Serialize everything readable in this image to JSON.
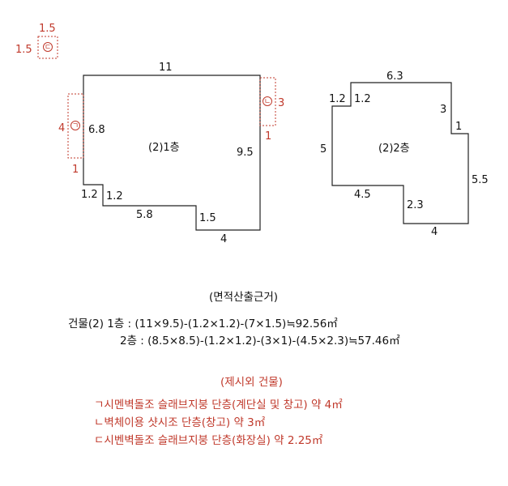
{
  "floor1": {
    "label": "(2)1층",
    "dims": {
      "top": "11",
      "left": "6.8",
      "right": "9.5",
      "step_v": "1.2",
      "step_h": "1.2",
      "mid": "5.8",
      "notch": "1.5",
      "bottom": "4"
    }
  },
  "floor2": {
    "label": "(2)2층",
    "dims": {
      "top": "6.3",
      "left": "5",
      "step_v": "1.2",
      "step_h": "1.2",
      "r1": "3",
      "r2": "1",
      "right": "5.5",
      "bot_left": "4.5",
      "notch": "2.3",
      "bottom": "4"
    }
  },
  "annex": {
    "a": {
      "symbol": "ㄱ",
      "height": "4",
      "width": "1"
    },
    "b": {
      "symbol": "ㄴ",
      "height": "3",
      "width": "1"
    },
    "c": {
      "symbol": "ㄷ",
      "height": "1.5",
      "width": "1.5"
    }
  },
  "calc": {
    "heading": "(면적산출근거)",
    "line1": "건물(2) 1층 : (11×9.5)-(1.2×1.2)-(7×1.5)≒92.56㎡",
    "line2": "2층 : (8.5×8.5)-(1.2×1.2)-(3×1)-(4.5×2.3)≒57.46㎡"
  },
  "excluded": {
    "heading": "(제시외 건물)",
    "items": [
      "ㄱ시멘벽돌조 슬래브지붕 단층(계단실 및 창고) 약 4㎡",
      "ㄴ벽체이용 샷시조 단층(창고) 약 3㎡",
      "ㄷ시벤벽돌조 슬래브지붕 단층(화장실) 약 2.25㎡"
    ]
  },
  "colors": {
    "annex": "#c0392b",
    "outline": "#222222"
  }
}
